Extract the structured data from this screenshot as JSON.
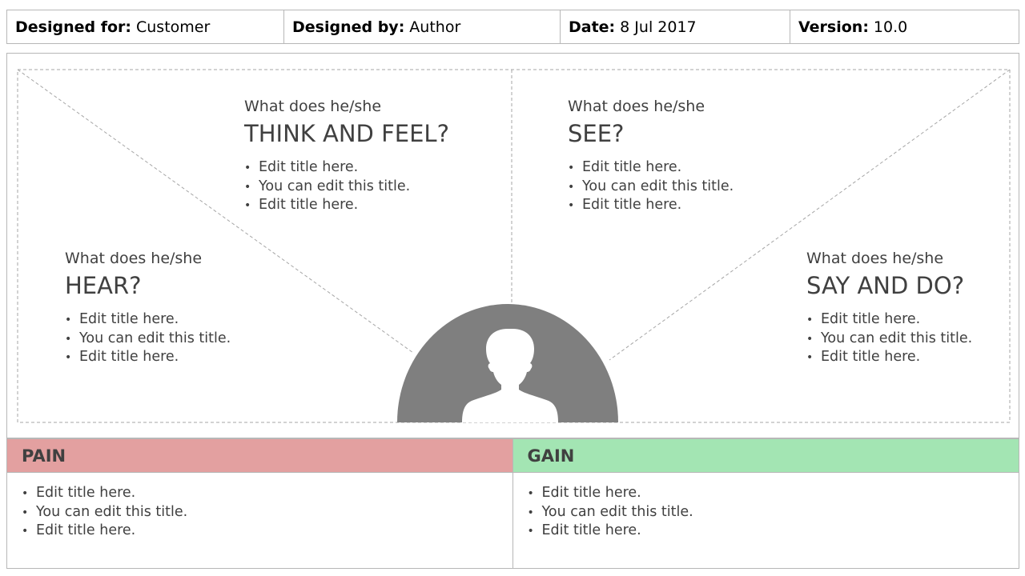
{
  "header": {
    "designed_for_label": "Designed for:",
    "designed_for_value": "Customer",
    "designed_by_label": "Designed by:",
    "designed_by_value": "Author",
    "date_label": "Date:",
    "date_value": "8 Jul 2017",
    "version_label": "Version:",
    "version_value": "10.0"
  },
  "quadrants": {
    "think": {
      "question": "What does he/she",
      "title": "THINK AND FEEL?",
      "items": [
        "Edit title here.",
        "You can edit this title.",
        "Edit title here."
      ]
    },
    "see": {
      "question": "What does he/she",
      "title": "SEE?",
      "items": [
        "Edit title here.",
        "You can edit this title.",
        "Edit title here."
      ]
    },
    "hear": {
      "question": "What does he/she",
      "title": "HEAR?",
      "items": [
        "Edit title here.",
        "You can edit this title.",
        "Edit title here."
      ]
    },
    "say": {
      "question": "What does he/she",
      "title": "SAY AND DO?",
      "items": [
        "Edit title here.",
        "You can edit this title.",
        "Edit title here."
      ]
    }
  },
  "pain": {
    "title": "PAIN",
    "color": "#e3a0a0",
    "items": [
      "Edit title here.",
      "You can edit this title.",
      "Edit title here."
    ]
  },
  "gain": {
    "title": "GAIN",
    "color": "#a3e5b3",
    "items": [
      "Edit title here.",
      "You can edit this title.",
      "Edit title here."
    ]
  },
  "persona": {
    "icon": "person-silhouette-icon",
    "color": "#7f7f7f"
  }
}
